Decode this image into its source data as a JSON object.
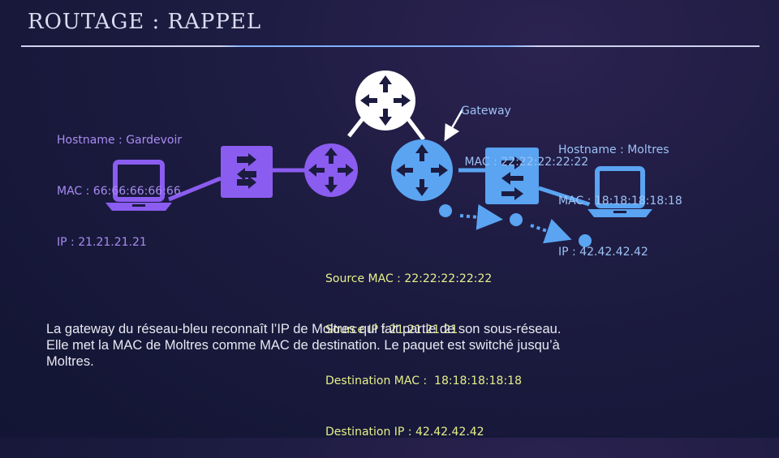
{
  "title": "ROUTAGE : RAPPEL",
  "host_left": {
    "hostname": "Hostname : Gardevoir",
    "mac": "MAC : 66:66:66:66:66",
    "ip": "IP : 21.21.21.21"
  },
  "gateway": {
    "label": "Gateway",
    "mac": " MAC : 22:22:22:22:22"
  },
  "host_right": {
    "hostname": "Hostname : Moltres",
    "mac": "MAC : 18:18:18:18:18",
    "ip": "IP : 42.42.42.42"
  },
  "packet": {
    "source_mac": "Source MAC : 22:22:22:22:22",
    "source_ip": "Source IP : 21.21.21.21",
    "dest_mac": "Destination MAC :  18:18:18:18:18",
    "dest_ip": "Destination IP : 42.42.42.42"
  },
  "caption": [
    "La gateway du réseau-bleu reconnaît l’IP de Moltres qui fait partie de son sous-réseau.",
    "Elle met la MAC de Moltres comme MAC de destination. Le paquet est switché jusqu’à",
    "Moltres."
  ],
  "colors": {
    "purple": "#8b5cf0",
    "blue": "#5aa4f2",
    "white": "#ffffff",
    "packet_text": "#e6f08a"
  }
}
